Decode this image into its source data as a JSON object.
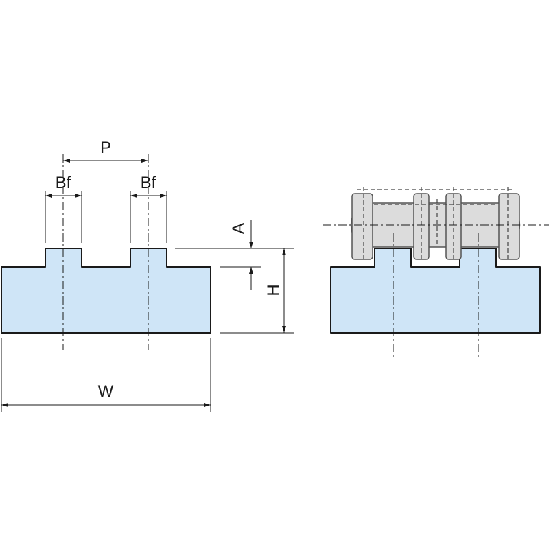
{
  "labels": {
    "pitch": "P",
    "flange_width_left": "Bf",
    "flange_width_right": "Bf",
    "tooth_height": "A",
    "height": "H",
    "width": "W"
  }
}
